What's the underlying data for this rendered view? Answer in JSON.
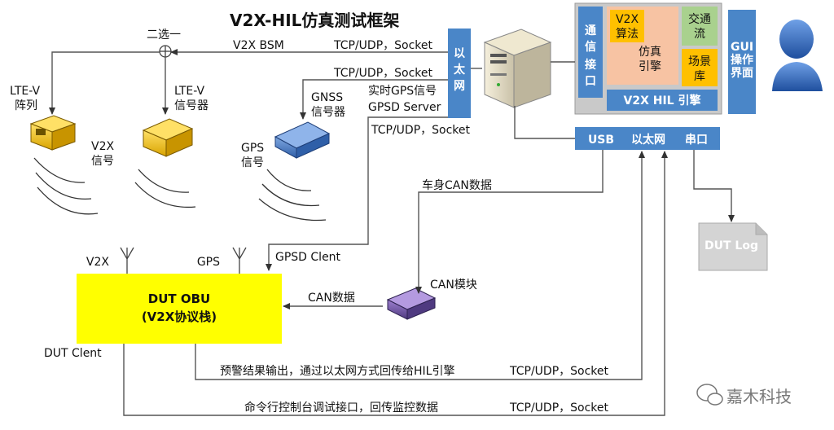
{
  "title": "V2X-HIL仿真测试框架",
  "antenna_switch": "二选一",
  "devices": {
    "lte_array": [
      "LTE-V",
      "阵列"
    ],
    "lte_signal_gen": [
      "LTE-V",
      "信号器"
    ],
    "v2x_signal": [
      "V2X",
      "信号"
    ],
    "gnss_gen": [
      "GNSS",
      "信号器"
    ],
    "gps_signal": [
      "GPS",
      "信号"
    ],
    "can_module": "CAN模块"
  },
  "links": {
    "v2x_bsm": "V2X BSM",
    "tcp1": "TCP/UDP，Socket",
    "tcp2": "TCP/UDP，Socket",
    "realtime_gps": "实时GPS信号",
    "gpsd_server": "GPSD Server",
    "tcp3": "TCP/UDP，Socket",
    "body_can": "车身CAN数据",
    "gpsd_client": "GPSD Clent",
    "can_data": "CAN数据",
    "dut_client": "DUT Clent",
    "warning_output": "预警结果输出，通过以太网方式回传给HIL引擎",
    "tcp4": "TCP/UDP，Socket",
    "cmd_debug": "命令行控制台调试接口，回传监控数据",
    "tcp5": "TCP/UDP，Socket"
  },
  "ethernet_bar": [
    "以",
    "太",
    "网"
  ],
  "engine": {
    "comm_interface": [
      "通",
      "信",
      "接",
      "口"
    ],
    "v2x_algo": [
      "V2X",
      "算法"
    ],
    "sim_engine": [
      "仿真",
      "引擎"
    ],
    "traffic_flow": [
      "交通",
      "流"
    ],
    "scene_lib": [
      "场景",
      "库"
    ],
    "label": "V2X HIL 引擎"
  },
  "gui": [
    "GUI",
    "操作",
    "界面"
  ],
  "ports": {
    "usb": "USB",
    "ethernet": "以太网",
    "serial": "串口"
  },
  "dut_log": "DUT Log",
  "obu": {
    "antenna_v2x": "V2X",
    "antenna_gps": "GPS",
    "line1": "DUT OBU",
    "line2": "(V2X协议栈)"
  },
  "watermark": "嘉木科技",
  "colors": {
    "blue": "#4a86c8",
    "gray_panel": "#c9c9c9",
    "salmon": "#f7c3a3",
    "orange": "#ffc000",
    "green": "#a9d18e",
    "yellow_obu": "#ffff00"
  }
}
